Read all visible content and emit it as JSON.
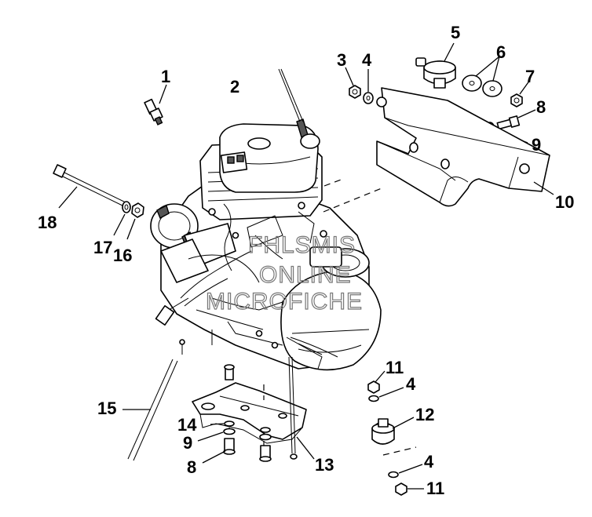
{
  "watermark": {
    "line1": "FHLSMIS",
    "line2": "ONLINE",
    "line3": "MICROFICHE"
  },
  "callouts": [
    {
      "id": "c1",
      "text": "1"
    },
    {
      "id": "c2",
      "text": "2"
    },
    {
      "id": "c3",
      "text": "3"
    },
    {
      "id": "c4a",
      "text": "4"
    },
    {
      "id": "c5",
      "text": "5"
    },
    {
      "id": "c6",
      "text": "6"
    },
    {
      "id": "c7",
      "text": "7"
    },
    {
      "id": "c8a",
      "text": "8"
    },
    {
      "id": "c9a",
      "text": "9"
    },
    {
      "id": "c10",
      "text": "10"
    },
    {
      "id": "c11a",
      "text": "11"
    },
    {
      "id": "c4b",
      "text": "4"
    },
    {
      "id": "c12",
      "text": "12"
    },
    {
      "id": "c4c",
      "text": "4"
    },
    {
      "id": "c11b",
      "text": "11"
    },
    {
      "id": "c13",
      "text": "13"
    },
    {
      "id": "c14",
      "text": "14"
    },
    {
      "id": "c9b",
      "text": "9"
    },
    {
      "id": "c8b",
      "text": "8"
    },
    {
      "id": "c15",
      "text": "15"
    },
    {
      "id": "c16",
      "text": "16"
    },
    {
      "id": "c17",
      "text": "17"
    },
    {
      "id": "c18",
      "text": "18"
    }
  ]
}
